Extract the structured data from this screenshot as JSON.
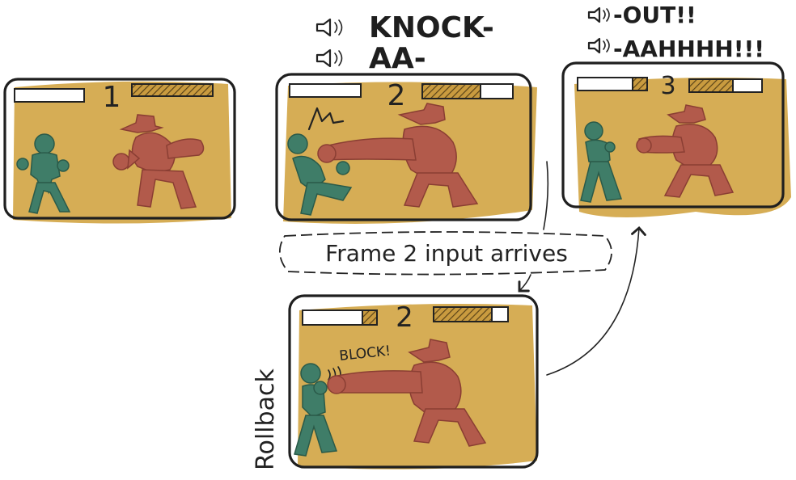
{
  "frames": [
    {
      "number": "1"
    },
    {
      "number": "2"
    },
    {
      "number": "3"
    },
    {
      "number": "2"
    }
  ],
  "sound_effects": {
    "knock": "KNOCK-",
    "aa": "AA-",
    "out": "-OUT!!",
    "aahhhh": "-AAHHHH!!!"
  },
  "annotation": {
    "text": "Frame 2 input arrives"
  },
  "side_label": {
    "text": "Rollback"
  },
  "block_text": {
    "text": "BLOCK!"
  },
  "colors": {
    "panel_fill": "#d6ad55",
    "player_green": "#3f7d68",
    "enemy_red": "#b25a4b",
    "outline": "#1f1f1f"
  }
}
